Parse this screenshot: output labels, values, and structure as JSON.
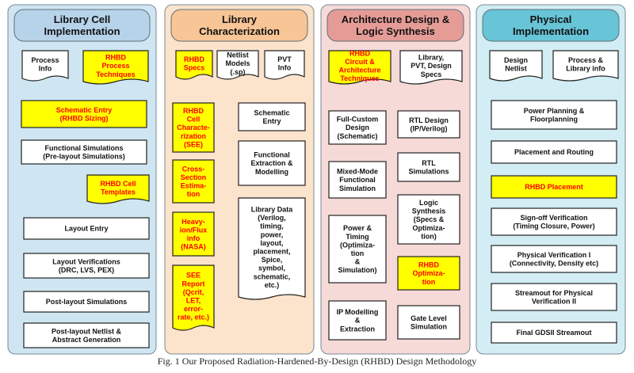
{
  "caption": "Fig. 1  Our Proposed Radiation-Hardened-By-Design (RHBD) Design Methodology",
  "colors": {
    "col1_bg": "#cfe6f2",
    "col1_head": "#b7d3ea",
    "col2_bg": "#fbe3cc",
    "col2_head": "#f7c596",
    "col3_bg": "#f6dad8",
    "col3_head": "#e59c97",
    "col4_bg": "#d2edf3",
    "col4_head": "#68c4d7",
    "highlight": "#ffff00",
    "highlight_text": "#ff0000",
    "box_text": "#111111",
    "line": "#333333"
  },
  "columns": {
    "c1": {
      "title": "Library Cell Implementation",
      "process_info": "Process Info",
      "rhbd_techniques": "RHBD Process Techniques",
      "schematic_entry": "Schematic Entry (RHBD Sizing)",
      "functional_sims": "Functional Simulations (Pre-layout Simulations)",
      "rhbd_templates": "RHBD Cell Templates",
      "layout_entry": "Layout Entry",
      "layout_verif": "Layout Verifications (DRC, LVS, PEX)",
      "post_layout_sims": "Post-layout Simulations",
      "netlist_gen": "Post-layout Netlist & Abstract Generation"
    },
    "c2": {
      "title": "Library Characterization",
      "rhbd_specs": "RHBD Specs",
      "netlist_models": "Netlist Models (.sp)",
      "pvt_info": "PVT Info",
      "rhbd_char": "RHBD Cell Characterization (SEE)",
      "schematic_entry": "Schematic Entry",
      "cross_section": "Cross-Section Estimation",
      "func_extraction": "Functional Extraction & Modelling",
      "heavy_ion": "Heavy-ion/Flux info (NASA)",
      "library_data": "Library Data (Verilog, timing, power, layout, placement, Spice, symbol, schematic, etc.)",
      "see_report": "SEE Report (Qcrit, LET, error-rate, etc.)"
    },
    "c3": {
      "title": "Architecture Design & Logic Synthesis",
      "rhbd_circuit": "RHBD Circuit & Architecture Techniques",
      "library_pvt": "Library, PVT, Design Specs",
      "full_custom": "Full-Custom Design (Schematic)",
      "rtl_design": "RTL Design (IP/Verilog)",
      "mixed_mode": "Mixed-Mode Functional Simulation",
      "rtl_sims": "RTL Simulations",
      "power_timing": "Power & Timing (Optimization & Simulation)",
      "logic_synthesis": "Logic Synthesis (Specs & Optimization)",
      "rhbd_opt": "RHBD Optimization",
      "ip_modelling": "IP Modelling & Extraction",
      "gate_level": "Gate Level Simulation"
    },
    "c4": {
      "title": "Physical Implementation",
      "design_netlist": "Design Netlist",
      "process_lib": "Process & Library info",
      "power_planning": "Power Planning & Floorplanning",
      "placement_routing": "Placement and Routing",
      "rhbd_placement": "RHBD Placement",
      "signoff": "Sign-off Verification (Timing Closure, Power)",
      "phys_verif": "Physical Verification I (Connectivity, Density etc)",
      "streamout": "Streamout for Physical Verification II",
      "final_gds": "Final GDSII Streamout"
    }
  }
}
